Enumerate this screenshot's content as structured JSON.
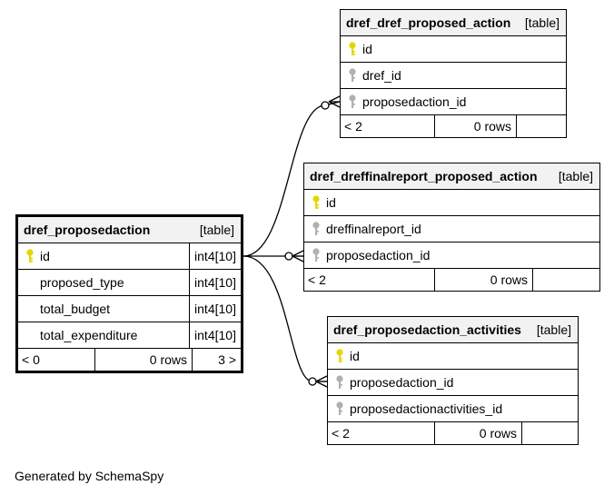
{
  "tables": {
    "main": {
      "name": "dref_proposedaction",
      "type": "[table]",
      "columns": [
        {
          "name": "id",
          "type": "int4[10]",
          "key": "primary"
        },
        {
          "name": "proposed_type",
          "type": "int4[10]",
          "key": "none"
        },
        {
          "name": "total_budget",
          "type": "int4[10]",
          "key": "none"
        },
        {
          "name": "total_expenditure",
          "type": "int4[10]",
          "key": "none"
        }
      ],
      "footer": {
        "parents": "< 0",
        "rows": "0 rows",
        "children": "3 >"
      }
    },
    "t1": {
      "name": "dref_dref_proposed_action",
      "type": "[table]",
      "columns": [
        {
          "name": "id",
          "key": "primary"
        },
        {
          "name": "dref_id",
          "key": "foreign"
        },
        {
          "name": "proposedaction_id",
          "key": "foreign"
        }
      ],
      "footer": {
        "parents": "< 2",
        "rows": "0 rows",
        "children": ""
      }
    },
    "t2": {
      "name": "dref_dreffinalreport_proposed_action",
      "type": "[table]",
      "columns": [
        {
          "name": "id",
          "key": "primary"
        },
        {
          "name": "dreffinalreport_id",
          "key": "foreign"
        },
        {
          "name": "proposedaction_id",
          "key": "foreign"
        }
      ],
      "footer": {
        "parents": "< 2",
        "rows": "0 rows",
        "children": ""
      }
    },
    "t3": {
      "name": "dref_proposedaction_activities",
      "type": "[table]",
      "columns": [
        {
          "name": "id",
          "key": "primary"
        },
        {
          "name": "proposedaction_id",
          "key": "foreign"
        },
        {
          "name": "proposedactionactivities_id",
          "key": "foreign"
        }
      ],
      "footer": {
        "parents": "< 2",
        "rows": "0 rows",
        "children": ""
      }
    }
  },
  "colors": {
    "primary_key": "#e6d600",
    "foreign_key": "#b0b0b0",
    "header_bg": "#f2f2f2"
  },
  "footer_text": "Generated by SchemaSpy"
}
